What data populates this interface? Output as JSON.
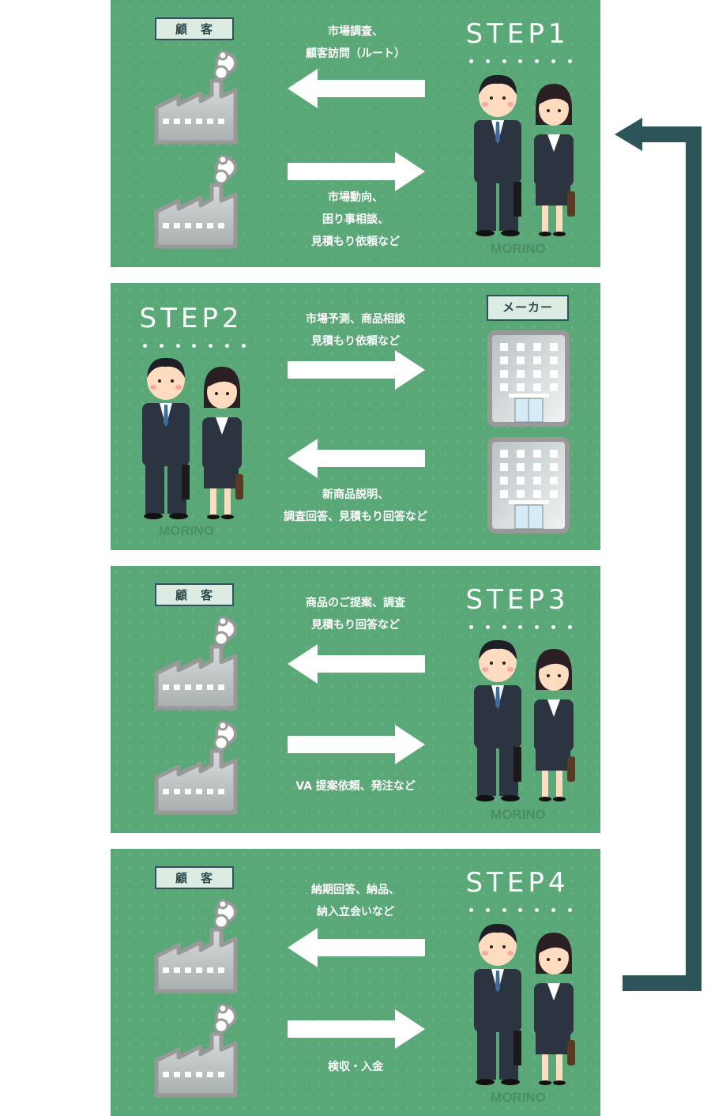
{
  "colors": {
    "panel": "#5aa877",
    "flow_arrow": "#2d5459",
    "label_bg": "#dcece3"
  },
  "steps": [
    {
      "title": "STEP1",
      "party_label": "顧　客",
      "top_text": [
        "市場調査、",
        "顧客訪問（ルート）"
      ],
      "bottom_text": [
        "市場動向、",
        "困り事相談、",
        "見積もり依頼など"
      ],
      "watermark": "MORINO"
    },
    {
      "title": "STEP2",
      "party_label": "メーカー",
      "top_text": [
        "市場予測、商品相談",
        "見積もり依頼など"
      ],
      "bottom_text": [
        "新商品説明、",
        "調査回答、見積もり回答など"
      ],
      "watermark": "MORINO"
    },
    {
      "title": "STEP3",
      "party_label": "顧　客",
      "top_text": [
        "商品のご提案、調査",
        "見積もり回答など"
      ],
      "bottom_text": [
        "VA 提案依頼、発注など"
      ],
      "watermark": "MORINO"
    },
    {
      "title": "STEP4",
      "party_label": "顧　客",
      "top_text": [
        "納期回答、納品、",
        "納入立会いなど"
      ],
      "bottom_text": [
        "検収・入金"
      ],
      "watermark": "MORINO"
    }
  ]
}
